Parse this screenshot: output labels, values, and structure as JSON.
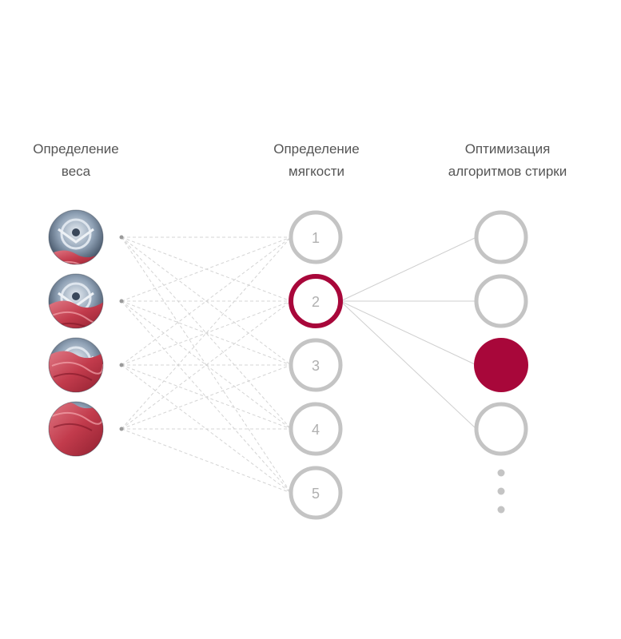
{
  "columns": {
    "weight": {
      "title_line1": "Определение",
      "title_line2": "веса"
    },
    "softness": {
      "title_line1": "Определение",
      "title_line2": "мягкости"
    },
    "optimization": {
      "title_line1": "Оптимизация",
      "title_line2": "алгоритмов стирки"
    }
  },
  "softness_levels": [
    "1",
    "2",
    "3",
    "4",
    "5"
  ],
  "selected_softness": "2",
  "weight_inputs": [
    {
      "label": "load-light",
      "fill_level": 0.25
    },
    {
      "label": "load-medium",
      "fill_level": 0.5
    },
    {
      "label": "load-heavy",
      "fill_level": 0.75
    },
    {
      "label": "load-full",
      "fill_level": 1.0
    }
  ],
  "algorithm_outputs": [
    "empty",
    "empty",
    "selected",
    "empty"
  ],
  "more_outputs_indicator": "•••",
  "colors": {
    "accent": "#a8073a",
    "node_gray": "#c4c4c4",
    "number_gray": "#b0b0b0",
    "line_gray": "#cfcfcf",
    "dash_gray": "#d4d4d4",
    "drum_steel": "#5d6f86",
    "fabric_red": "#c23b4c"
  }
}
